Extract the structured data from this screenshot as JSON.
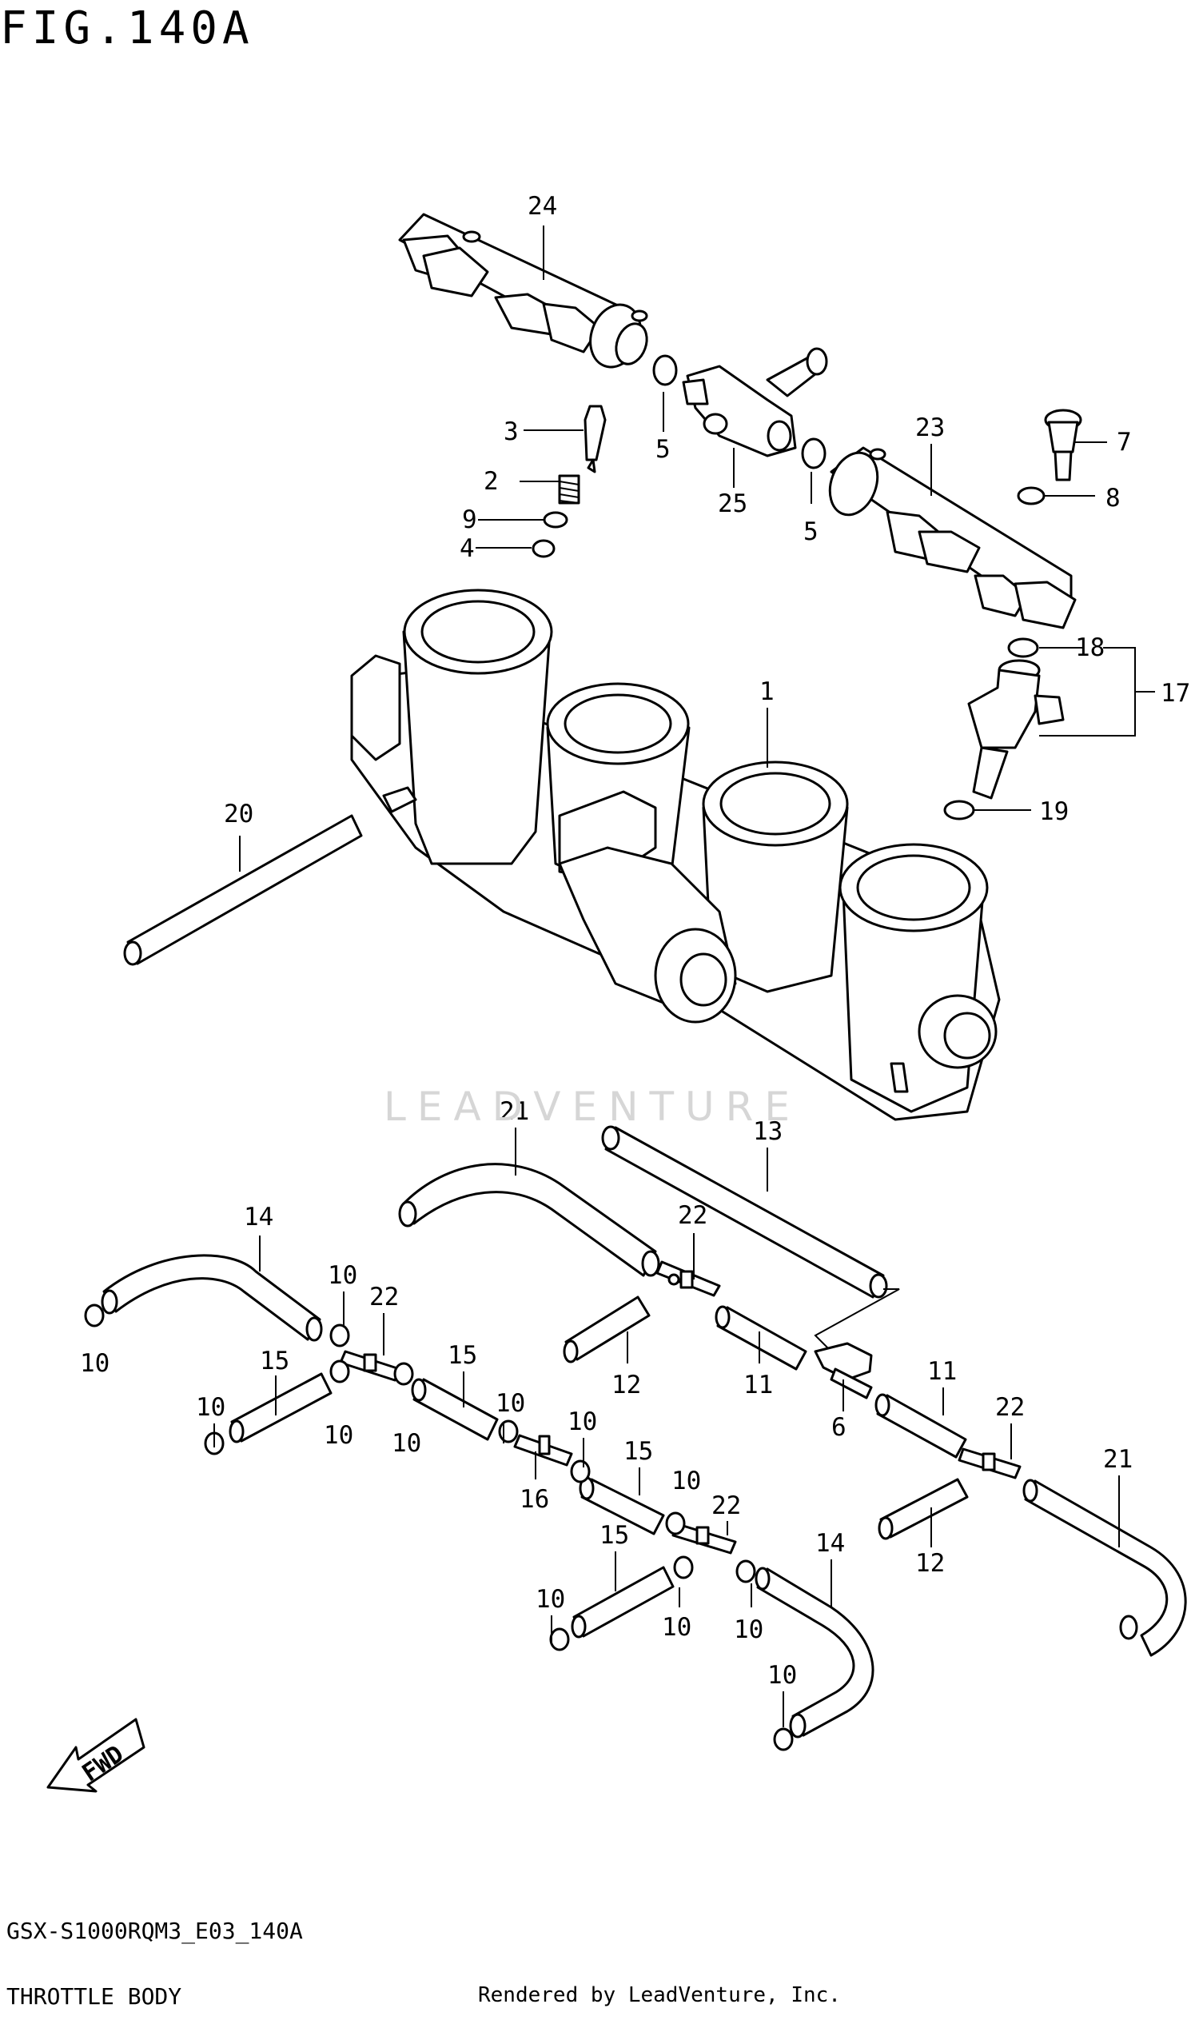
{
  "figure": {
    "title": "FIG.140A"
  },
  "footer": {
    "code": "GSX-S1000RQM3_E03_140A",
    "section": "THROTTLE BODY",
    "credit": "Rendered by LeadVenture, Inc."
  },
  "watermark": "LEADVENTURE",
  "fwd_label": "FWD",
  "callouts": {
    "c24": "24",
    "c3": "3",
    "c5a": "5",
    "c25": "25",
    "c5b": "5",
    "c23": "23",
    "c7": "7",
    "c8": "8",
    "c2": "2",
    "c9": "9",
    "c4": "4",
    "c18": "18",
    "c17": "17",
    "c1": "1",
    "c19": "19",
    "c20": "20",
    "c21a": "21",
    "c13": "13",
    "c14a": "14",
    "c22a": "22",
    "c10a": "10",
    "c22b": "22",
    "c10b": "10",
    "c15a": "15",
    "c12a": "12",
    "c11a": "11",
    "c10c": "10",
    "c10d": "10",
    "c10e": "10",
    "c15b": "15",
    "c10f": "10",
    "c6": "6",
    "c11b": "11",
    "c22c": "22",
    "c10g": "10",
    "c16": "16",
    "c15c": "15",
    "c10h": "10",
    "c21b": "21",
    "c22d": "22",
    "c12b": "12",
    "c15d": "15",
    "c14b": "14",
    "c10i": "10",
    "c10j": "10",
    "c10k": "10",
    "c10l": "10"
  }
}
